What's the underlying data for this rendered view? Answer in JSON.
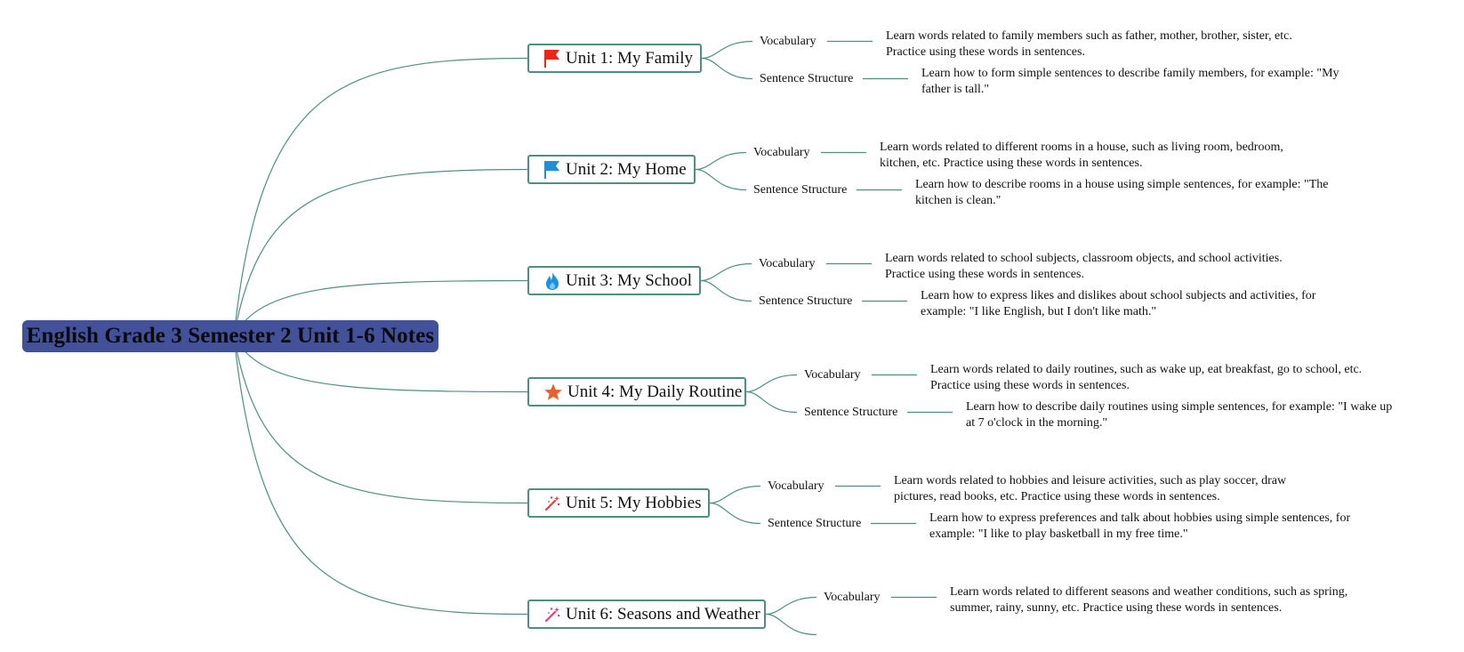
{
  "root": {
    "title": "English Grade 3 Semester 2 Unit 1-6 Notes"
  },
  "colors": {
    "root_bg": "#42519a",
    "connector": "#4f8f7f",
    "unit_border": "#4f8f7f"
  },
  "units": [
    {
      "title": "Unit 1: My Family",
      "icon": "red-flag-icon",
      "topics": [
        {
          "label": "Vocabulary",
          "note": "Learn words related to family members such as father, mother, brother, sister, etc. Practice using these words in sentences."
        },
        {
          "label": "Sentence Structure",
          "note": "Learn how to form simple sentences to describe family members, for example: \"My father is tall.\""
        }
      ]
    },
    {
      "title": "Unit 2: My Home",
      "icon": "blue-flag-icon",
      "topics": [
        {
          "label": "Vocabulary",
          "note": "Learn words related to different rooms in a house, such as living room, bedroom, kitchen, etc. Practice using these words in sentences."
        },
        {
          "label": "Sentence Structure",
          "note": "Learn how to describe rooms in a house using simple sentences, for example: \"The kitchen is clean.\""
        }
      ]
    },
    {
      "title": "Unit 3: My School",
      "icon": "flame-icon",
      "topics": [
        {
          "label": "Vocabulary",
          "note": "Learn words related to school subjects, classroom objects, and school activities. Practice using these words in sentences."
        },
        {
          "label": "Sentence Structure",
          "note": "Learn how to express likes and dislikes about school subjects and activities, for example: \"I like English, but I don't like math.\""
        }
      ]
    },
    {
      "title": "Unit 4: My Daily Routine",
      "icon": "star-icon",
      "topics": [
        {
          "label": "Vocabulary",
          "note": "Learn words related to daily routines, such as wake up, eat breakfast, go to school, etc. Practice using these words in sentences."
        },
        {
          "label": "Sentence Structure",
          "note": "Learn how to describe daily routines using simple sentences, for example: \"I wake up at 7 o'clock in the morning.\""
        }
      ]
    },
    {
      "title": "Unit 5: My Hobbies",
      "icon": "magic-wand-icon",
      "topics": [
        {
          "label": "Vocabulary",
          "note": "Learn words related to hobbies and leisure activities, such as play soccer, draw pictures, read books, etc. Practice using these words in sentences."
        },
        {
          "label": "Sentence Structure",
          "note": "Learn how to express preferences and talk about hobbies using simple sentences, for example: \"I like to play basketball in my free time.\""
        }
      ]
    },
    {
      "title": "Unit 6: Seasons and Weather",
      "icon": "magic-wand-pink-icon",
      "topics": [
        {
          "label": "Vocabulary",
          "note": "Learn words related to different seasons and weather conditions, such as spring, summer, rainy, sunny, etc. Practice using these words in sentences."
        }
      ]
    }
  ]
}
